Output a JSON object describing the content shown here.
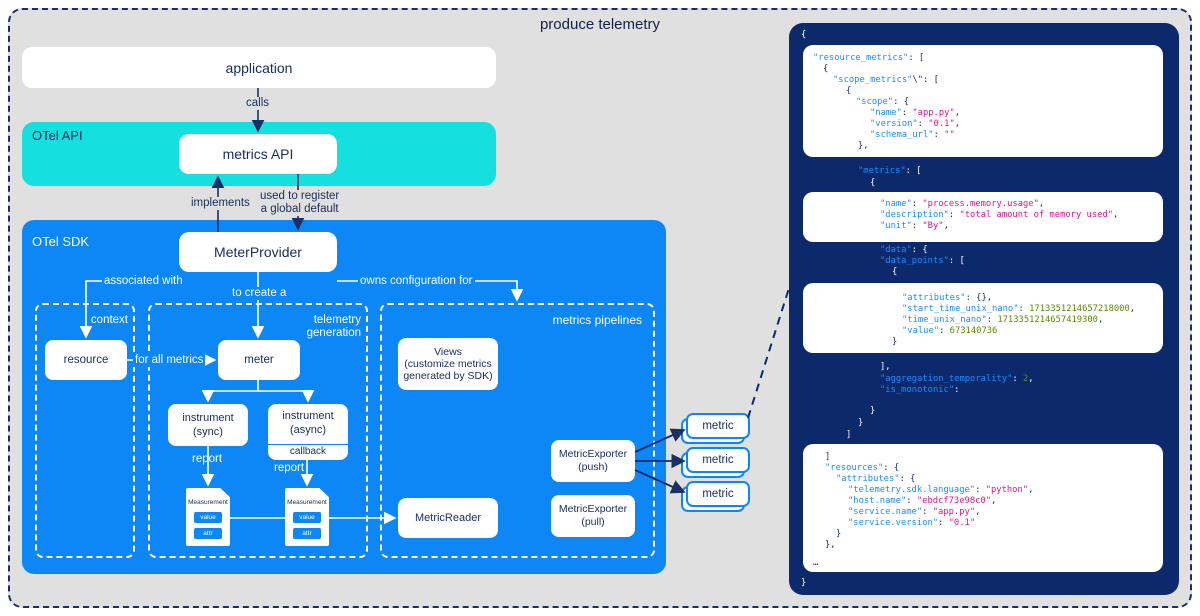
{
  "diagram": {
    "title": "produce telemetry",
    "application": "application",
    "calls": "calls",
    "otel_api": {
      "label": "OTel API",
      "metrics_api": "metrics API"
    },
    "implements": "implements",
    "used_to_register": [
      "used to register",
      "a global default"
    ],
    "otel_sdk": {
      "label": "OTel SDK",
      "meter_provider": "MeterProvider"
    },
    "associated_with": "associated with",
    "owns_configuration_for": "owns configuration for",
    "to_create_a": "to create a",
    "context": {
      "label": "context",
      "resource": "resource"
    },
    "for_all_metrics": "for all metrics",
    "telemetry_generation": {
      "label": [
        "telemetry",
        "generation"
      ],
      "meter": "meter",
      "instrument_sync": [
        "instrument",
        "(sync)"
      ],
      "instrument_async": [
        "instrument",
        "(async)"
      ],
      "callback": "callback",
      "report": "report",
      "measurement": "Measurement",
      "value": "value",
      "attr": "attr"
    },
    "metrics_pipelines": {
      "label": "metrics pipelines",
      "views": [
        "Views",
        "(customize metrics",
        "generated by SDK)"
      ],
      "exporter_push": [
        "MetricExporter",
        "(push)"
      ],
      "exporter_pull": [
        "MetricExporter",
        "(pull)"
      ],
      "metric_reader": "MetricReader"
    },
    "metric": "metric"
  },
  "json_lines": [
    {
      "segments": [
        [
          "p",
          "{"
        ]
      ]
    },
    {
      "segments": [
        [
          "k",
          "\"resource_metrics\""
        ],
        [
          "p",
          ": ["
        ]
      ]
    },
    {
      "segments": [
        [
          "p",
          "{"
        ]
      ]
    },
    {
      "segments": [
        [
          "k",
          "\"scope_metrics\""
        ],
        [
          "p",
          "\\\": ["
        ]
      ]
    },
    {
      "segments": [
        [
          "p",
          "{"
        ]
      ]
    },
    {
      "segments": [
        [
          "k",
          "\"scope\""
        ],
        [
          "p",
          ": {"
        ]
      ]
    },
    {
      "segments": [
        [
          "k",
          "\"name\""
        ],
        [
          "p",
          ": "
        ],
        [
          "s",
          "\"app.py\""
        ],
        [
          "p",
          ","
        ]
      ]
    },
    {
      "segments": [
        [
          "k",
          "\"version\""
        ],
        [
          "p",
          ": "
        ],
        [
          "s",
          "\"0.1\""
        ],
        [
          "p",
          ","
        ]
      ]
    },
    {
      "segments": [
        [
          "k",
          "\"schema_url\""
        ],
        [
          "p",
          ": "
        ],
        [
          "s",
          "\"\""
        ]
      ]
    },
    {
      "segments": [
        [
          "p",
          "},"
        ]
      ]
    },
    {
      "segments": [
        [
          "k",
          "\"metrics\""
        ],
        [
          "p",
          ": ["
        ]
      ]
    },
    {
      "segments": [
        [
          "p",
          "{"
        ]
      ]
    },
    {
      "segments": [
        [
          "k",
          "\"name\""
        ],
        [
          "p",
          ": "
        ],
        [
          "s",
          "\"process.memory.usage\""
        ],
        [
          "p",
          ","
        ]
      ]
    },
    {
      "segments": [
        [
          "k",
          "\"description\""
        ],
        [
          "p",
          ": "
        ],
        [
          "s",
          "\"total amount of memory used\""
        ],
        [
          "p",
          ","
        ]
      ]
    },
    {
      "segments": [
        [
          "k",
          "\"unit\""
        ],
        [
          "p",
          ": "
        ],
        [
          "s",
          "\"By\""
        ],
        [
          "p",
          ","
        ]
      ]
    },
    {
      "segments": [
        [
          "k",
          "\"data\""
        ],
        [
          "p",
          ": {"
        ]
      ]
    },
    {
      "segments": [
        [
          "k",
          "\"data_points\""
        ],
        [
          "p",
          ": ["
        ]
      ]
    },
    {
      "segments": [
        [
          "p",
          "{"
        ]
      ]
    },
    {
      "segments": [
        [
          "k",
          "\"attributes\""
        ],
        [
          "p",
          ": {},"
        ]
      ]
    },
    {
      "segments": [
        [
          "k",
          "\"start_time_unix_nano\""
        ],
        [
          "p",
          ": "
        ],
        [
          "n",
          "1713351214657218000"
        ],
        [
          "p",
          ","
        ]
      ]
    },
    {
      "segments": [
        [
          "k",
          "\"time_unix_nano\""
        ],
        [
          "p",
          ": "
        ],
        [
          "n",
          "1713351214657419300"
        ],
        [
          "p",
          ","
        ]
      ]
    },
    {
      "segments": [
        [
          "k",
          "\"value\""
        ],
        [
          "p",
          ": "
        ],
        [
          "n",
          "673140736"
        ]
      ]
    },
    {
      "segments": [
        [
          "p",
          "}"
        ]
      ]
    },
    {
      "segments": [
        [
          "p",
          "],"
        ]
      ]
    },
    {
      "segments": [
        [
          "k",
          "\"aggregation_temporality\""
        ],
        [
          "p",
          ": "
        ],
        [
          "n",
          "2"
        ],
        [
          "p",
          ","
        ]
      ]
    },
    {
      "segments": [
        [
          "k",
          "\"is_monotonic\""
        ],
        [
          "p",
          ": "
        ],
        [
          "b",
          "false"
        ]
      ]
    },
    {
      "segments": [
        [
          "p",
          "}"
        ]
      ]
    },
    {
      "segments": [
        [
          "p",
          "}"
        ]
      ]
    },
    {
      "segments": [
        [
          "p",
          "]"
        ]
      ]
    },
    {
      "segments": [
        [
          "p",
          "]"
        ]
      ]
    },
    {
      "segments": [
        [
          "k",
          "\"resources\""
        ],
        [
          "p",
          ": {"
        ]
      ]
    },
    {
      "segments": [
        [
          "k",
          "\"attributes\""
        ],
        [
          "p",
          ": {"
        ]
      ]
    },
    {
      "segments": [
        [
          "k",
          "\"telemetry.sdk.language\""
        ],
        [
          "p",
          ": "
        ],
        [
          "s",
          "\"python\""
        ],
        [
          "p",
          ","
        ]
      ]
    },
    {
      "segments": [
        [
          "k",
          "\"host.name\""
        ],
        [
          "p",
          ": "
        ],
        [
          "s",
          "\"ebdcf73e98c0\""
        ],
        [
          "p",
          ","
        ]
      ]
    },
    {
      "segments": [
        [
          "k",
          "\"service.name\""
        ],
        [
          "p",
          ": "
        ],
        [
          "s",
          "\"app.py\""
        ],
        [
          "p",
          ","
        ]
      ]
    },
    {
      "segments": [
        [
          "k",
          "\"service.version\""
        ],
        [
          "p",
          ": "
        ],
        [
          "s",
          "\"0.1\""
        ]
      ]
    },
    {
      "segments": [
        [
          "p",
          "}"
        ]
      ]
    },
    {
      "segments": [
        [
          "p",
          "},"
        ]
      ]
    },
    {
      "segments": [
        [
          "p",
          "…"
        ]
      ]
    },
    {
      "segments": [
        [
          "p",
          "}"
        ]
      ]
    }
  ]
}
